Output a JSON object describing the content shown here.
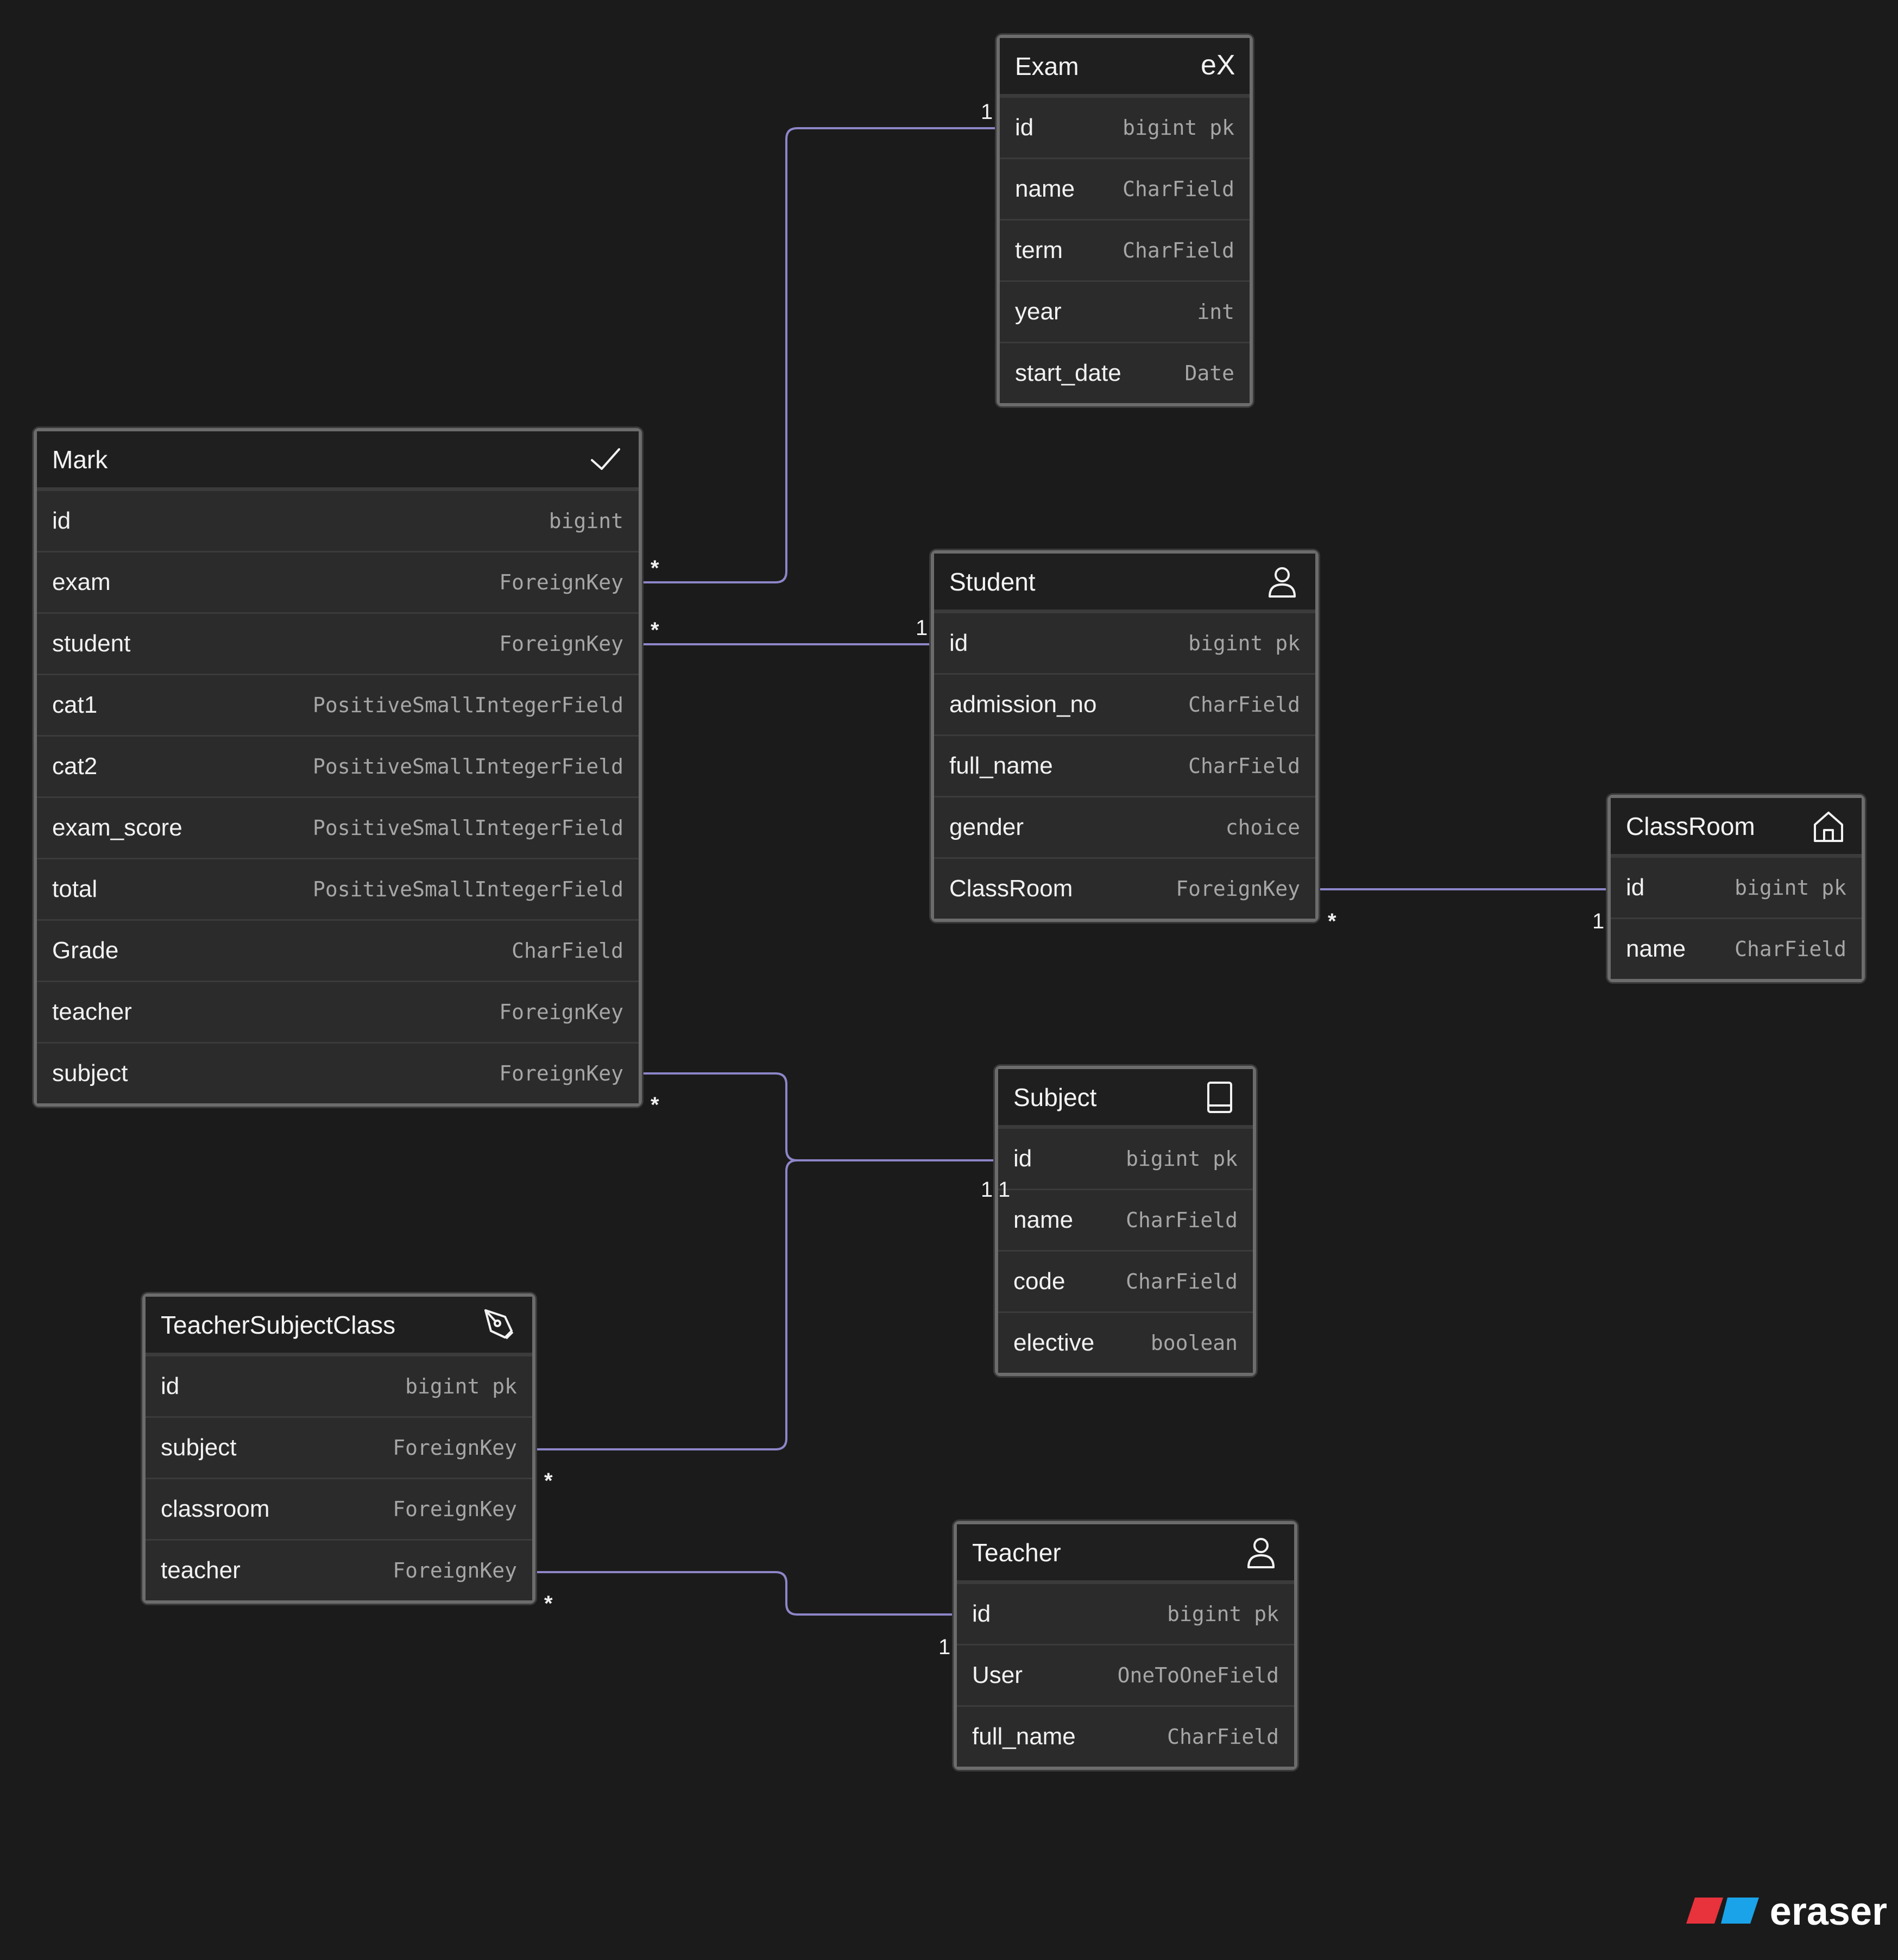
{
  "colors": {
    "background": "#1b1b1b",
    "link": "#8d86c9",
    "brand_red": "#e8323c",
    "brand_blue": "#1aa3e8"
  },
  "brand": {
    "name": "eraser",
    "icon": "eraser-logo-icon"
  },
  "entities": {
    "exam": {
      "title": "Exam",
      "icon": "ex-icon",
      "fields": [
        {
          "name": "id",
          "type": "bigint pk"
        },
        {
          "name": "name",
          "type": "CharField"
        },
        {
          "name": "term",
          "type": "CharField"
        },
        {
          "name": "year",
          "type": "int"
        },
        {
          "name": "start_date",
          "type": "Date"
        }
      ]
    },
    "mark": {
      "title": "Mark",
      "icon": "check-icon",
      "fields": [
        {
          "name": "id",
          "type": "bigint"
        },
        {
          "name": "exam",
          "type": "ForeignKey"
        },
        {
          "name": "student",
          "type": "ForeignKey"
        },
        {
          "name": "cat1",
          "type": "PositiveSmallIntegerField"
        },
        {
          "name": "cat2",
          "type": "PositiveSmallIntegerField"
        },
        {
          "name": "exam_score",
          "type": "PositiveSmallIntegerField"
        },
        {
          "name": "total",
          "type": "PositiveSmallIntegerField"
        },
        {
          "name": "Grade",
          "type": "CharField"
        },
        {
          "name": "teacher",
          "type": "ForeignKey"
        },
        {
          "name": "subject",
          "type": "ForeignKey"
        }
      ]
    },
    "student": {
      "title": "Student",
      "icon": "user-icon",
      "fields": [
        {
          "name": "id",
          "type": "bigint pk"
        },
        {
          "name": "admission_no",
          "type": "CharField"
        },
        {
          "name": "full_name",
          "type": "CharField"
        },
        {
          "name": "gender",
          "type": "choice"
        },
        {
          "name": "ClassRoom",
          "type": "ForeignKey"
        }
      ]
    },
    "classroom": {
      "title": "ClassRoom",
      "icon": "home-icon",
      "fields": [
        {
          "name": "id",
          "type": "bigint pk"
        },
        {
          "name": "name",
          "type": "CharField"
        }
      ]
    },
    "subject": {
      "title": "Subject",
      "icon": "book-icon",
      "fields": [
        {
          "name": "id",
          "type": "bigint pk"
        },
        {
          "name": "name",
          "type": "CharField"
        },
        {
          "name": "code",
          "type": "CharField"
        },
        {
          "name": "elective",
          "type": "boolean"
        }
      ]
    },
    "tsc": {
      "title": "TeacherSubjectClass",
      "icon": "pen-tool-icon",
      "fields": [
        {
          "name": "id",
          "type": "bigint pk"
        },
        {
          "name": "subject",
          "type": "ForeignKey"
        },
        {
          "name": "classroom",
          "type": "ForeignKey"
        },
        {
          "name": "teacher",
          "type": "ForeignKey"
        }
      ]
    },
    "teacher": {
      "title": "Teacher",
      "icon": "user-icon",
      "fields": [
        {
          "name": "id",
          "type": "bigint pk"
        },
        {
          "name": "User",
          "type": "OneToOneField"
        },
        {
          "name": "full_name",
          "type": "CharField"
        }
      ]
    }
  },
  "relationships": [
    {
      "from": "mark.exam",
      "to": "exam.id",
      "from_card": "*",
      "to_card": "1"
    },
    {
      "from": "mark.student",
      "to": "student.id",
      "from_card": "*",
      "to_card": "1"
    },
    {
      "from": "student.ClassRoom",
      "to": "classroom.id",
      "from_card": "*",
      "to_card": "1"
    },
    {
      "from": "mark.subject",
      "to": "subject.id",
      "from_card": "*",
      "to_card": "1"
    },
    {
      "from": "tsc.subject",
      "to": "subject.id",
      "from_card": "*",
      "to_card": "1"
    },
    {
      "from": "tsc.teacher",
      "to": "teacher.id",
      "from_card": "*",
      "to_card": "1"
    }
  ]
}
